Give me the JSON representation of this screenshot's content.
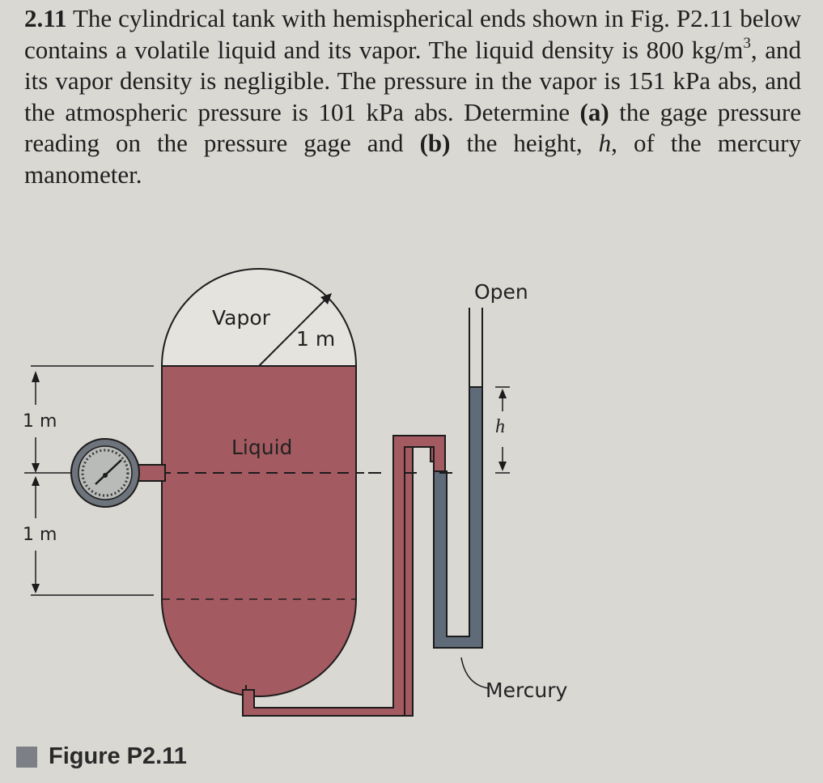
{
  "problem": {
    "number": "2.11",
    "text_1": "The cylindrical tank with hemispherical ends shown in Fig. P2.11 below contains a volatile liquid and its vapor. The liquid density is 800 kg/m",
    "sup_1": "3",
    "text_2": ", and its vapor density is negligible. The pressure in the vapor is 151 kPa abs, and the atmospheric pressure is 101 kPa abs. Determine ",
    "part_a": "(a)",
    "text_3": " the gage pressure reading on the pressure gage and ",
    "part_b": "(b)",
    "text_4": " the height, ",
    "var_h": "h",
    "text_5": ", of the mercury manometer."
  },
  "figure": {
    "labels": {
      "vapor": "Vapor",
      "radius": "1 m",
      "liquid": "Liquid",
      "open": "Open",
      "h": "h",
      "dim_upper": "1 m",
      "dim_lower": "1 m",
      "mercury": "Mercury"
    },
    "colors": {
      "liquid": "#a45a61",
      "mercury": "#5f6b78",
      "outline": "#1c1c1c",
      "gage_face": "#6d747c"
    }
  },
  "caption": {
    "text": "Figure P2.11"
  }
}
